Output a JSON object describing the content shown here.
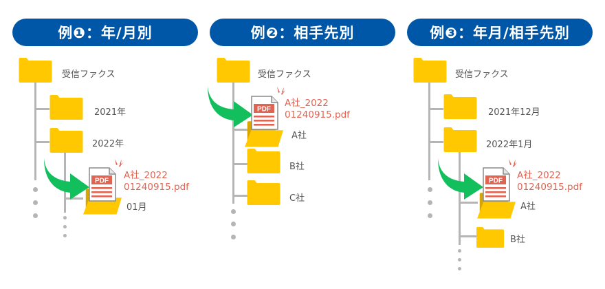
{
  "colors": {
    "pill": "#0057a8",
    "folder": "#ffc800",
    "folder_back": "#e0ad00",
    "line": "#b5b5b5",
    "arrow": "#12bf5c",
    "pdf": "#e06452",
    "label": "#555555"
  },
  "examples": [
    {
      "title": "例❶：年/月別",
      "root": "受信ファクス",
      "folders": [
        "2021年",
        "2022年"
      ],
      "subfolder": "01月",
      "file": {
        "line1": "A社_2022",
        "line2": "01240915.pdf",
        "badge": "PDF"
      }
    },
    {
      "title": "例❷：相手先別",
      "root": "受信ファクス",
      "folders": [
        "A社",
        "B社",
        "C社"
      ],
      "file": {
        "line1": "A社_2022",
        "line2": "01240915.pdf",
        "badge": "PDF"
      }
    },
    {
      "title": "例❸：年月/相手先別",
      "root": "受信ファクス",
      "folders": [
        "2021年12月",
        "2022年1月"
      ],
      "subfolders": [
        "A社",
        "B社"
      ],
      "file": {
        "line1": "A社_2022",
        "line2": "01240915.pdf",
        "badge": "PDF"
      }
    }
  ]
}
